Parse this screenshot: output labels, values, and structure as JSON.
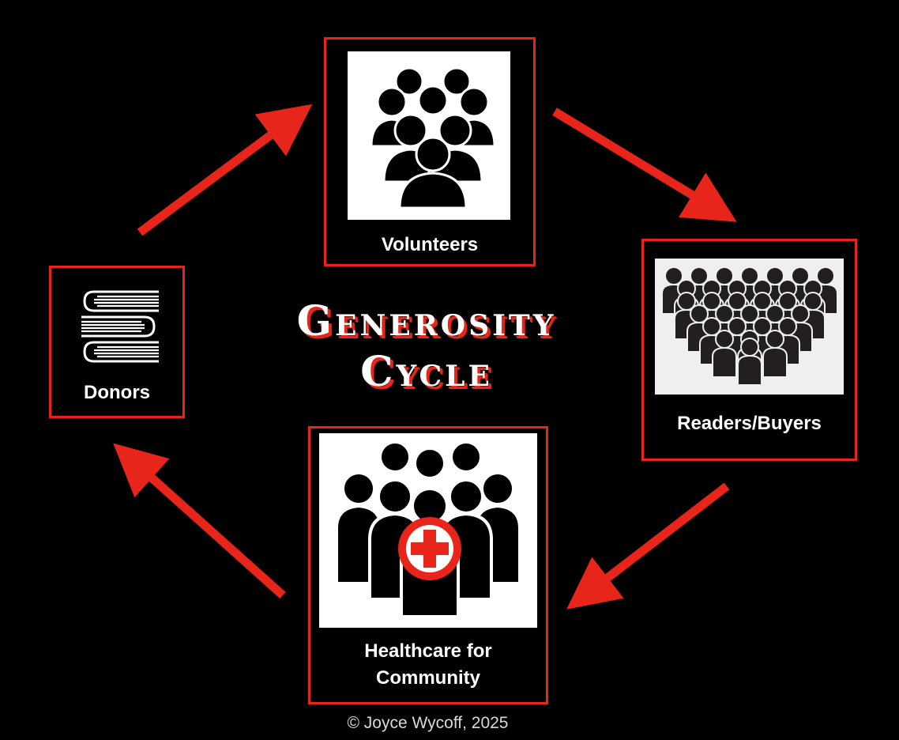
{
  "title": "Generosity Cycle",
  "nodes": {
    "volunteers": {
      "label": "Volunteers",
      "icon": "group-icon"
    },
    "readers": {
      "label": "Readers/Buyers",
      "icon": "crowd-icon"
    },
    "healthcare": {
      "label_line1": "Healthcare for",
      "label_line2": "Community",
      "icon": "community-medical-icon"
    },
    "donors": {
      "label": "Donors",
      "icon": "books-icon"
    }
  },
  "copyright": "© Joyce Wycoff, 2025",
  "colors": {
    "background": "#000000",
    "accent": "#e8251b",
    "text": "#ffffff"
  }
}
